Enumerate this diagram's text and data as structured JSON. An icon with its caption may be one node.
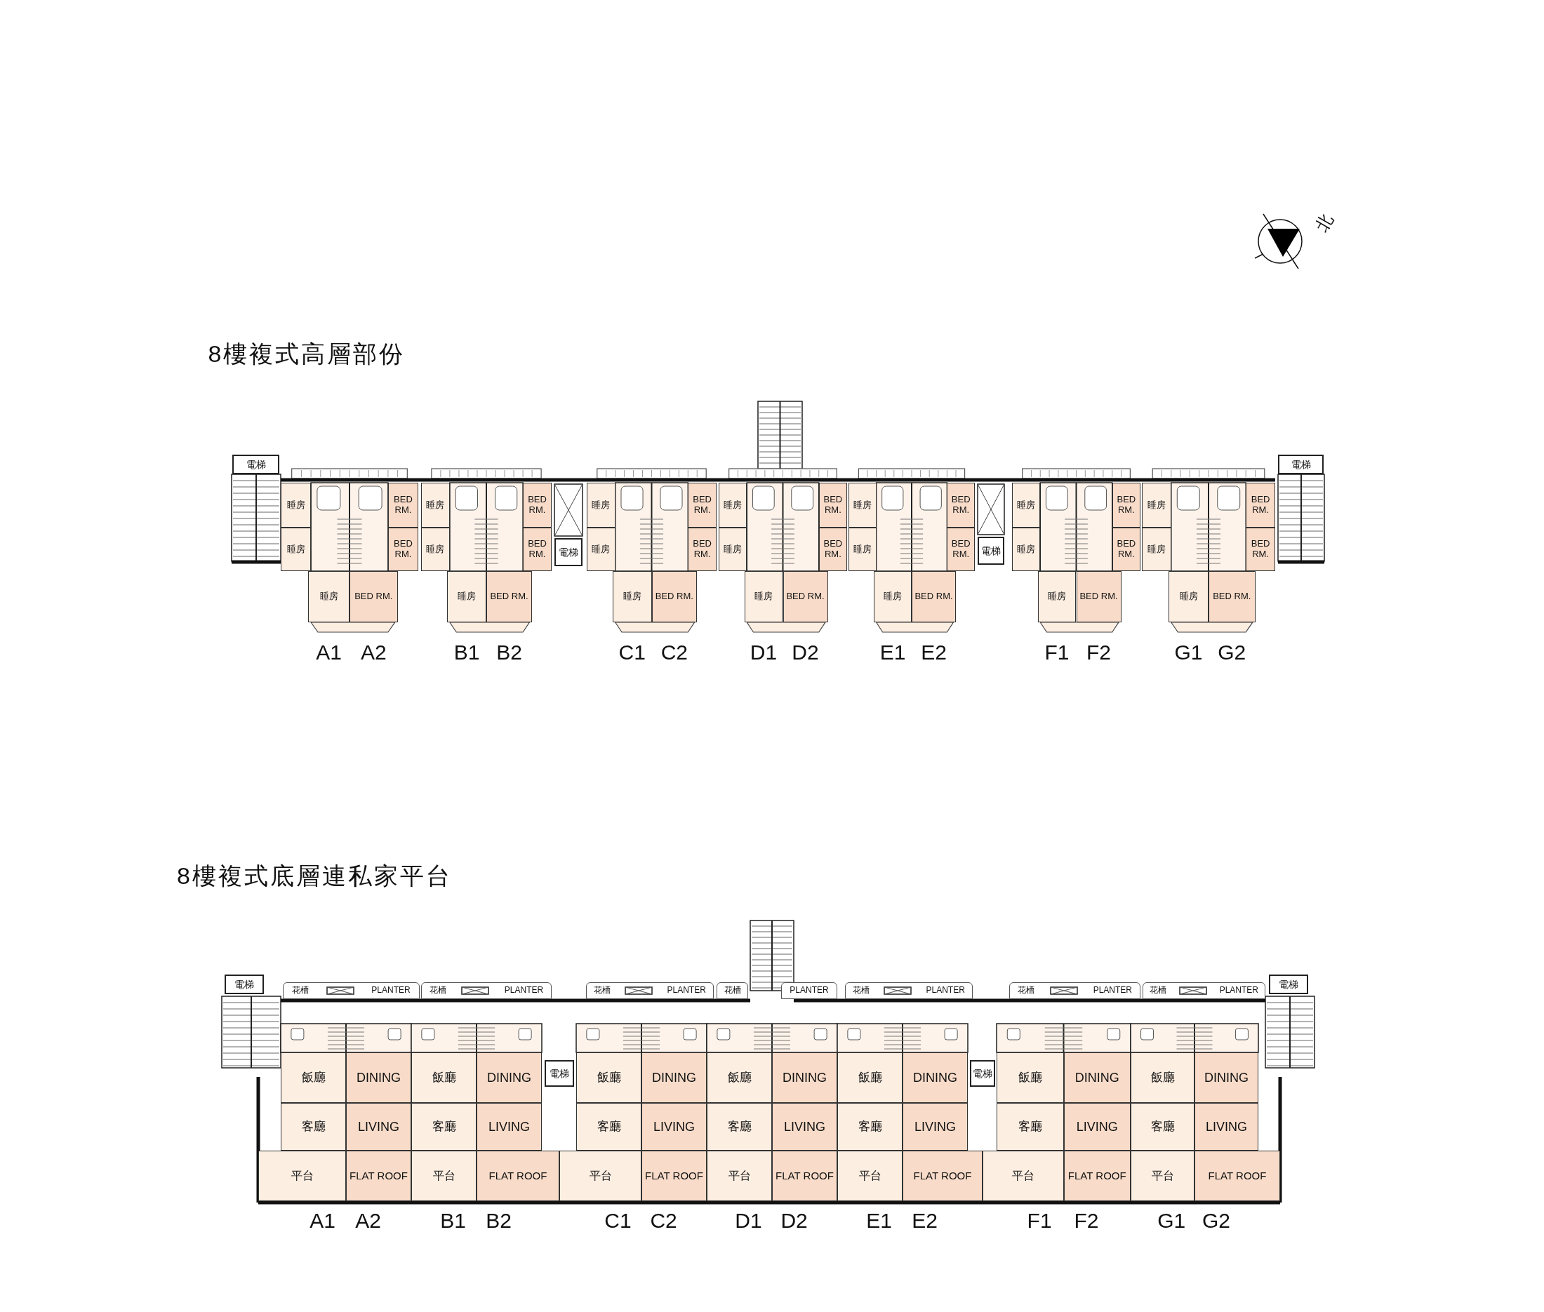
{
  "diagram": {
    "nodes": [
      {
        "text": [
          "電梯"
        ]
      },
      {
        "text": [
          "睡房"
        ]
      },
      {
        "text": [
          "BED RM."
        ]
      },
      {
        "text": [
          "睡房"
        ]
      },
      {
        "text": [
          "BED RM."
        ]
      },
      {
        "text": [
          "睡房"
        ]
      },
      {
        "text": [
          "BED RM."
        ]
      },
      {
        "text": [
          "睡房"
        ]
      },
      {
        "text": [
          "BED RM."
        ]
      },
      {
        "text": [
          "睡房"
        ]
      },
      {
        "text": [
          "BED RM."
        ]
      },
      {
        "text": [
          "睡房"
        ]
      },
      {
        "text": [
          "BED RM."
        ]
      },
      {
        "text": [
          "電梯"
        ]
      },
      {
        "text": [
          "睡房"
        ]
      },
      {
        "text": [
          "BED RM."
        ]
      },
      {
        "text": [
          "睡房"
        ]
      },
      {
        "text": [
          "BED RM."
        ]
      },
      {
        "text": [
          "睡房"
        ]
      },
      {
        "text": [
          "BED RM."
        ]
      },
      {
        "text": [
          "睡房"
        ]
      },
      {
        "text": [
          "BED RM."
        ]
      },
      {
        "text": [
          "睡房"
        ]
      },
      {
        "text": [
          "BED RM."
        ]
      },
      {
        "text": [
          "睡房"
        ]
      },
      {
        "text": [
          "BED RM."
        ]
      },
      {
        "text": [
          "睡房"
        ]
      },
      {
        "text": [
          "BED RM."
        ]
      },
      {
        "text": [
          "睡房"
        ]
      },
      {
        "text": [
          "BED RM."
        ]
      },
      {
        "text": [
          "睡房"
        ]
      },
      {
        "text": [
          "BED RM."
        ]
      },
      {
        "text": [
          "電梯"
        ]
      },
      {
        "text": [
          "睡房"
        ]
      },
      {
        "text": [
          "BED RM."
        ]
      },
      {
        "text": [
          "睡房"
        ]
      },
      {
        "text": [
          "BED RM."
        ]
      },
      {
        "text": [
          "睡房"
        ]
      },
      {
        "text": [
          "BED RM."
        ]
      },
      {
        "text": [
          "睡房"
        ]
      },
      {
        "text": [
          "BED RM."
        ]
      },
      {
        "text": [
          "睡房"
        ]
      },
      {
        "text": [
          "BED RM."
        ]
      },
      {
        "text": [
          "睡房"
        ]
      },
      {
        "text": [
          "BED RM."
        ]
      },
      {
        "text": [
          "電梯"
        ]
      },
      {
        "text": [
          "花槽",
          "PLANTER"
        ]
      },
      {
        "text": [
          "花槽",
          "PLANTER"
        ]
      },
      {
        "text": [
          "花槽",
          "PLANTER"
        ]
      },
      {
        "text": [
          "花槽"
        ]
      },
      {
        "text": [
          "PLANTER"
        ]
      },
      {
        "text": [
          "花槽",
          "PLANTER"
        ]
      },
      {
        "text": [
          "花槽",
          "PLANTER"
        ]
      },
      {
        "text": [
          "花槽",
          "PLANTER"
        ]
      },
      {
        "text": [
          "電梯"
        ]
      },
      {
        "text": [
          "飯廳"
        ]
      },
      {
        "text": [
          "DINING"
        ]
      },
      {
        "text": [
          "客廳"
        ]
      },
      {
        "text": [
          "LIVING"
        ]
      },
      {
        "text": [
          "平台"
        ]
      },
      {
        "text": [
          "FLAT ROOF"
        ]
      },
      {
        "text": [
          "飯廳"
        ]
      },
      {
        "text": [
          "DINING"
        ]
      },
      {
        "text": [
          "客廳"
        ]
      },
      {
        "text": [
          "LIVING"
        ]
      },
      {
        "text": [
          "平台"
        ]
      },
      {
        "text": [
          "FLAT ROOF"
        ]
      },
      {
        "text": [
          "電梯"
        ]
      },
      {
        "text": [
          "飯廳"
        ]
      },
      {
        "text": [
          "DINING"
        ]
      },
      {
        "text": [
          "客廳"
        ]
      },
      {
        "text": [
          "LIVING"
        ]
      },
      {
        "text": [
          "平台"
        ]
      },
      {
        "text": [
          "FLAT ROOF"
        ]
      },
      {
        "text": [
          "飯廳"
        ]
      },
      {
        "text": [
          "DINING"
        ]
      },
      {
        "text": [
          "客廳"
        ]
      },
      {
        "text": [
          "LIVING"
        ]
      },
      {
        "text": [
          "平台"
        ]
      },
      {
        "text": [
          "FLAT ROOF"
        ]
      },
      {
        "text": [
          "飯廳"
        ]
      },
      {
        "text": [
          "DINING"
        ]
      },
      {
        "text": [
          "客廳"
        ]
      },
      {
        "text": [
          "LIVING"
        ]
      },
      {
        "text": [
          "平台"
        ]
      },
      {
        "text": [
          "FLAT ROOF"
        ]
      },
      {
        "text": [
          "電梯"
        ]
      },
      {
        "text": [
          "飯廳"
        ]
      },
      {
        "text": [
          "DINING"
        ]
      },
      {
        "text": [
          "客廳"
        ]
      },
      {
        "text": [
          "LIVING"
        ]
      },
      {
        "text": [
          "平台"
        ]
      },
      {
        "text": [
          "FLAT ROOF"
        ]
      },
      {
        "text": [
          "飯廳"
        ]
      },
      {
        "text": [
          "DINING"
        ]
      },
      {
        "text": [
          "客廳"
        ]
      },
      {
        "text": [
          "LIVING"
        ]
      },
      {
        "text": [
          "平台"
        ]
      },
      {
        "text": [
          "FLAT ROOF"
        ]
      },
      {
        "text": [
          "電梯"
        ]
      }
    ],
    "labels": [
      "北",
      "8樓複式高層部份",
      "A1",
      "A2",
      "B1",
      "B2",
      "C1",
      "C2",
      "D1",
      "D2",
      "E1",
      "E2",
      "F1",
      "F2",
      "G1",
      "G2",
      "8樓複式底層連私家平台",
      "A1",
      "A2",
      "B1",
      "B2",
      "C1",
      "C2",
      "D1",
      "D2",
      "E1",
      "E2",
      "F1",
      "F2",
      "G1",
      "G2"
    ]
  }
}
